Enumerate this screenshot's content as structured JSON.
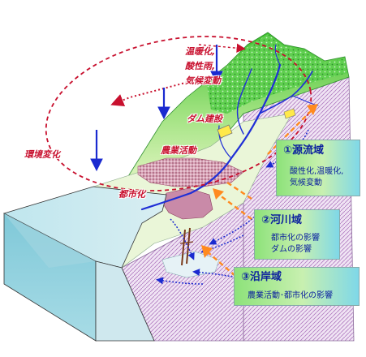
{
  "labels": {
    "warming": "温暖化,",
    "acid_rain": "酸性雨,",
    "climate_change": "気候変動",
    "dam": "ダム建設",
    "agriculture": "農業活動",
    "urbanization": "都市化",
    "environment_change": "環境変化"
  },
  "zones": [
    {
      "title": "①源流域",
      "lines": [
        "酸性化,温暖化,",
        "気候変動"
      ]
    },
    {
      "title": "②河川域",
      "lines": [
        "都市化の影響",
        "ダムの影響"
      ]
    },
    {
      "title": "③沿岸域",
      "lines": [
        "農業活動･都市化の影響"
      ]
    }
  ],
  "colors": {
    "label_red": "#c8102e",
    "zone_text": "#0a1f9e",
    "river_blue": "#1f2fd6",
    "arrow_blue": "#1a2ad0",
    "arrow_orange": "#ff8a1f",
    "cycle_red": "#c8102e",
    "forest_green": "#3fbf2f",
    "sea_cyan": "#8fd6e2"
  }
}
